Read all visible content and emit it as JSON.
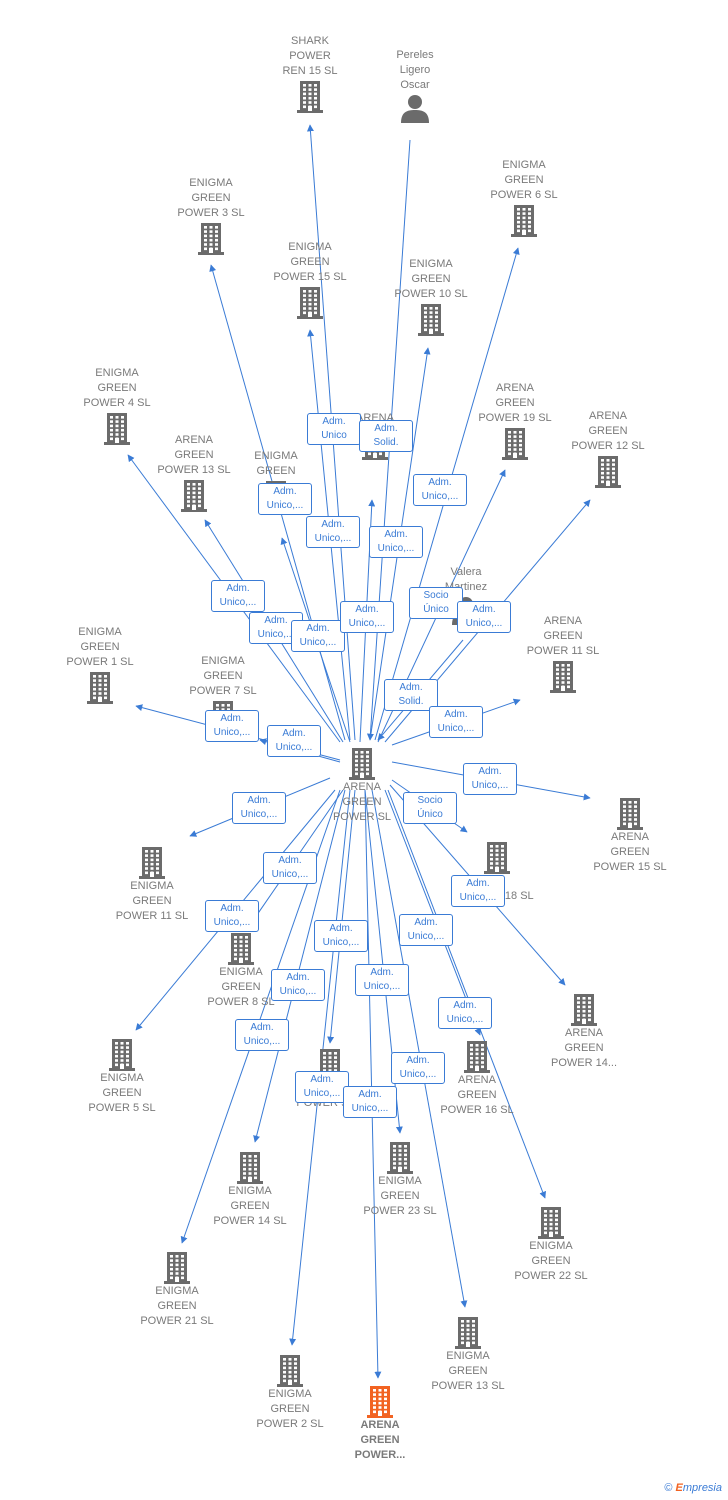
{
  "center": {
    "label": "ARENA\nGREEN\nPOWER  SL",
    "icon": "building-icon",
    "color": "#6b6b6b"
  },
  "nodes": [
    {
      "id": "shark",
      "label": "SHARK\nPOWER\nREN 15  SL",
      "icon": "building-icon",
      "color": "#6b6b6b"
    },
    {
      "id": "pereles",
      "label": "Pereles\nLigero\nOscar",
      "icon": "person-icon",
      "color": "#6b6b6b"
    },
    {
      "id": "eg6",
      "label": "ENIGMA\nGREEN\nPOWER 6  SL",
      "icon": "building-icon",
      "color": "#6b6b6b"
    },
    {
      "id": "eg3",
      "label": "ENIGMA\nGREEN\nPOWER 3  SL",
      "icon": "building-icon",
      "color": "#6b6b6b"
    },
    {
      "id": "eg15",
      "label": "ENIGMA\nGREEN\nPOWER 15  SL",
      "icon": "building-icon",
      "color": "#6b6b6b"
    },
    {
      "id": "eg10",
      "label": "ENIGMA\nGREEN\nPOWER 10  SL",
      "icon": "building-icon",
      "color": "#6b6b6b"
    },
    {
      "id": "eg4",
      "label": "ENIGMA\nGREEN\nPOWER 4  SL",
      "icon": "building-icon",
      "color": "#6b6b6b"
    },
    {
      "id": "ag19",
      "label": "ARENA\nGREEN\nPOWER 19  SL",
      "icon": "building-icon",
      "color": "#6b6b6b"
    },
    {
      "id": "ag12",
      "label": "ARENA\nGREEN\nPOWER 12  SL",
      "icon": "building-icon",
      "color": "#6b6b6b"
    },
    {
      "id": "ag13",
      "label": "ARENA\nGREEN\nPOWER 13  SL",
      "icon": "building-icon",
      "color": "#6b6b6b"
    },
    {
      "id": "egx",
      "label": "ENIGMA\nGREEN",
      "icon": "building-icon",
      "color": "#6b6b6b"
    },
    {
      "id": "agx",
      "label": "ARENA",
      "icon": "building-icon",
      "color": "#6b6b6b"
    },
    {
      "id": "valera",
      "label": "Valera\nMartinez",
      "icon": "person-icon",
      "color": "#6b6b6b"
    },
    {
      "id": "eg1",
      "label": "ENIGMA\nGREEN\nPOWER 1  SL",
      "icon": "building-icon",
      "color": "#6b6b6b"
    },
    {
      "id": "eg7",
      "label": "ENIGMA\nGREEN\nPOWER 7  SL",
      "icon": "building-icon",
      "color": "#6b6b6b"
    },
    {
      "id": "ag11",
      "label": "ARENA\nGREEN\nPOWER 11  SL",
      "icon": "building-icon",
      "color": "#6b6b6b"
    },
    {
      "id": "ag15",
      "label": "ARENA\nGREEN\nPOWER 15  SL",
      "icon": "building-icon",
      "color": "#6b6b6b"
    },
    {
      "id": "eg11",
      "label": "ENIGMA\nGREEN\nPOWER 11  SL",
      "icon": "building-icon",
      "color": "#6b6b6b"
    },
    {
      "id": "ag18",
      "label": "N\nPOWER 18  SL",
      "icon": "building-icon",
      "color": "#6b6b6b"
    },
    {
      "id": "eg8",
      "label": "ENIGMA\nGREEN\nPOWER 8  SL",
      "icon": "building-icon",
      "color": "#6b6b6b"
    },
    {
      "id": "ag14",
      "label": "ARENA\nGREEN\nPOWER 14...",
      "icon": "building-icon",
      "color": "#6b6b6b"
    },
    {
      "id": "eg5",
      "label": "ENIGMA\nGREEN\nPOWER 5  SL",
      "icon": "building-icon",
      "color": "#6b6b6b"
    },
    {
      "id": "eg9",
      "label": "GREE\nPOWER 9  SL",
      "icon": "building-icon",
      "color": "#6b6b6b"
    },
    {
      "id": "ag16",
      "label": "ARENA\nGREEN\nPOWER 16  SL",
      "icon": "building-icon",
      "color": "#6b6b6b"
    },
    {
      "id": "eg14",
      "label": "ENIGMA\nGREEN\nPOWER 14  SL",
      "icon": "building-icon",
      "color": "#6b6b6b"
    },
    {
      "id": "eg23",
      "label": "ENIGMA\nGREEN\nPOWER 23  SL",
      "icon": "building-icon",
      "color": "#6b6b6b"
    },
    {
      "id": "eg22",
      "label": "ENIGMA\nGREEN\nPOWER 22  SL",
      "icon": "building-icon",
      "color": "#6b6b6b"
    },
    {
      "id": "eg21",
      "label": "ENIGMA\nGREEN\nPOWER 21  SL",
      "icon": "building-icon",
      "color": "#6b6b6b"
    },
    {
      "id": "eg13",
      "label": "ENIGMA\nGREEN\nPOWER 13  SL",
      "icon": "building-icon",
      "color": "#6b6b6b"
    },
    {
      "id": "eg2",
      "label": "ENIGMA\nGREEN\nPOWER 2  SL",
      "icon": "building-icon",
      "color": "#6b6b6b"
    },
    {
      "id": "agp",
      "label": "ARENA\nGREEN\nPOWER...",
      "icon": "building-icon",
      "color": "#f26322"
    }
  ],
  "edge_labels": [
    "Adm.\nUnico",
    "Adm.\nSolid.",
    "Adm.\nUnico,...",
    "Adm.\nUnico,...",
    "Adm.\nUnico,...",
    "Adm.\nUnico,...",
    "Adm.\nUnico,...",
    "Adm.\nUnico,...",
    "Adm.\nUnico,...",
    "Socio\nÚnico",
    "Adm.\nUnico,...",
    "Adm.\nUnico,...",
    "Adm.\nSolid.",
    "Adm.\nUnico,...",
    "Adm.\nUnico,...",
    "Adm.\nUnico,...",
    "Adm.\nUnico,...",
    "Adm.\nUnico,...",
    "Socio\nÚnico",
    "Adm.\nUnico,...",
    "Adm.\nUnico,...",
    "Adm.\nUnico,...",
    "Adm.\nUnico,...",
    "Adm.\nUnico,...",
    "Adm.\nUnico,...",
    "Adm.\nUnico,...",
    "Adm.\nUnico,...",
    "Adm.\nUnico,...",
    "Adm.\nUnico,...",
    "Adm.\nUnico,...",
    "Adm.\nUnico,..."
  ],
  "footer": {
    "copyright": "©",
    "brand_first": "E",
    "brand_rest": "mpresia"
  },
  "colors": {
    "edge": "#3a7bd5",
    "node": "#6b6b6b",
    "highlight": "#f26322"
  }
}
